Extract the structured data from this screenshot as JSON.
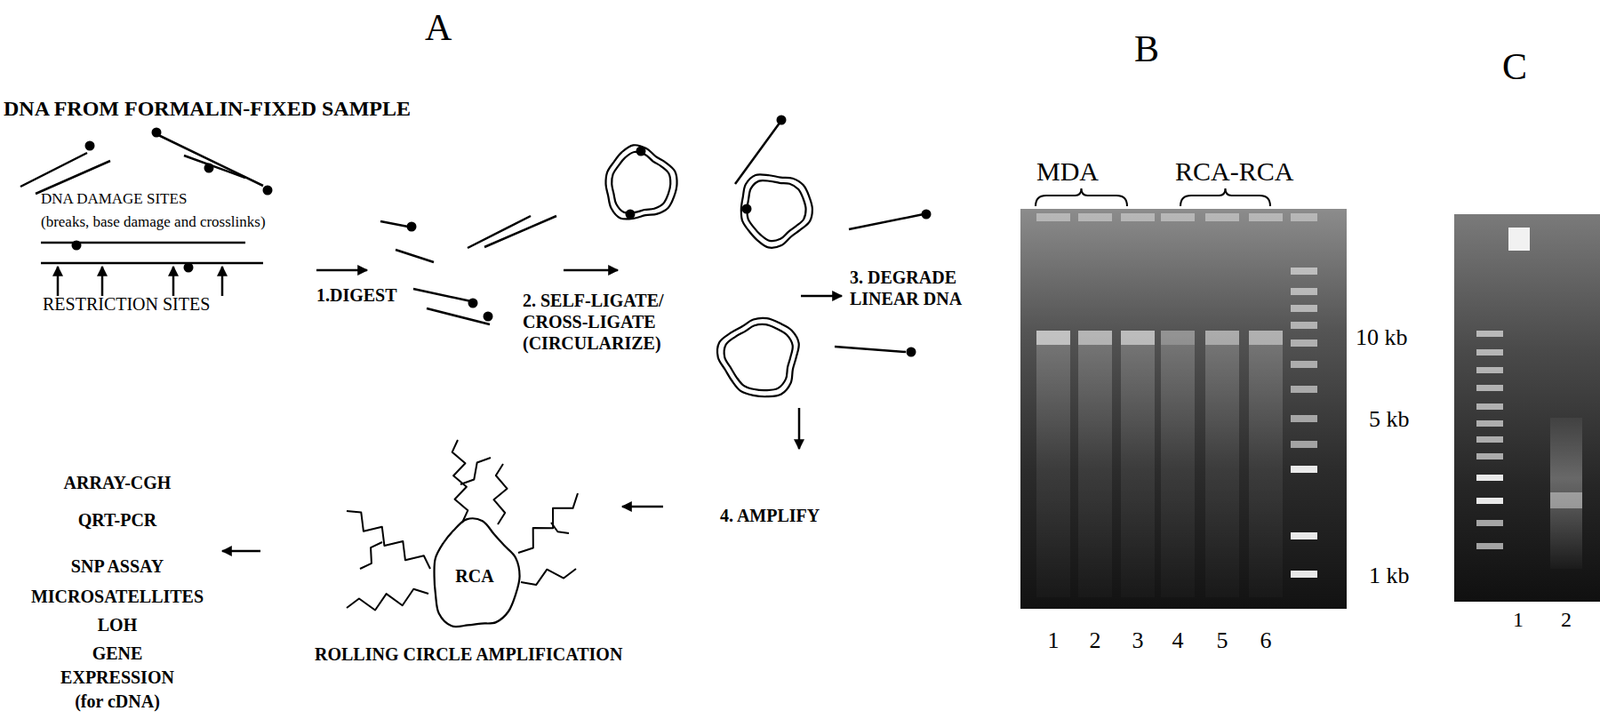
{
  "diagram": {
    "nodes": [
      {
        "text": [
          "RCA"
        ]
      }
    ],
    "labels": [
      "A",
      "B",
      "C",
      "DNA FROM FORMALIN-FIXED SAMPLE",
      "DNA DAMAGE SITES",
      "(breaks, base damage and crosslinks)",
      "RESTRICTION SITES",
      "1.DIGEST",
      "2. SELF-LIGATE/ CROSS-LIGATE (CIRCULARIZE)",
      "3. DEGRADE LINEAR DNA",
      "4. AMPLIFY",
      "ROLLING CIRCLE AMPLIFICATION",
      "ARRAY-CGH",
      "QRT-PCR",
      "SNP ASSAY",
      "MICROSATELLITES",
      "LOH",
      "GENE EXPRESSION (for cDNA)",
      "MDA",
      "RCA-RCA",
      "10 kb",
      "5 kb",
      "1 kb",
      "1",
      "2",
      "3",
      "4",
      "5",
      "6",
      "1",
      "2"
    ]
  }
}
